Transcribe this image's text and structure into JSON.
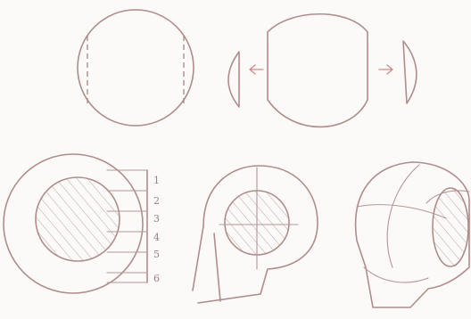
{
  "scale_labels": [
    "1",
    "2",
    "3",
    "4",
    "5",
    "6"
  ],
  "colors": {
    "paper": "#fbfaf8",
    "pencil": "#b08d8d",
    "arrow": "#d08a84"
  }
}
